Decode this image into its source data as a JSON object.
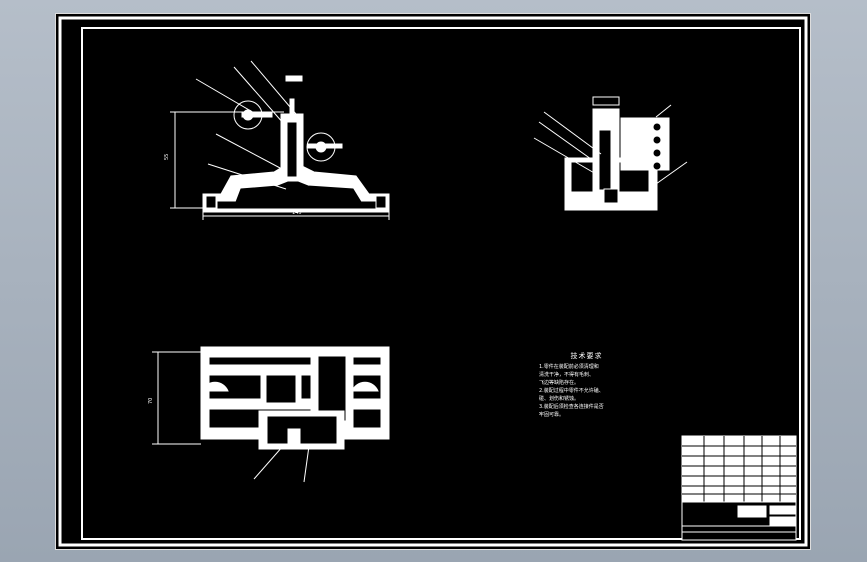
{
  "drawing": {
    "tech_requirements_title": "技术要求",
    "tech_requirements_lines": [
      "1.零件在装配前必须清理和",
      "清洗干净，不得有毛刺、",
      "飞边等缺陷存在。",
      "2.装配过程中零件不允许磕、",
      "碰、划伤和锈蚀。",
      "3.装配后须检查各连接件是否",
      "牢固可靠。"
    ],
    "front_view": {
      "dim_width": "145",
      "dim_height": "55"
    },
    "top_view": {
      "dim_height": "70"
    }
  },
  "colors": {
    "background": "#000000",
    "lines": "#ffffff",
    "window_bg": "#a9b3bf"
  }
}
